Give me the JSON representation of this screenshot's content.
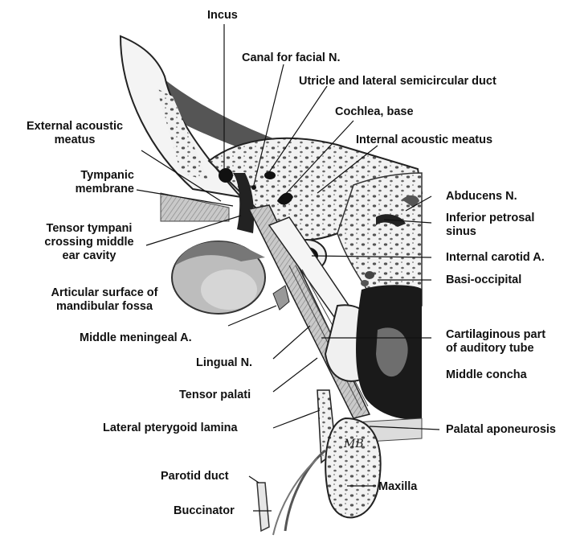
{
  "labels": {
    "incus": "Incus",
    "canal_facial": "Canal for facial N.",
    "utricle": "Utricle and lateral semicircular duct",
    "ext_acoustic_1": "External acoustic",
    "ext_acoustic_2": "meatus",
    "cochlea_base": "Cochlea, base",
    "int_acoustic": "Internal acoustic meatus",
    "tympanic_1": "Tympanic",
    "tympanic_2": "membrane",
    "abducens": "Abducens N.",
    "inf_petrosal_1": "Inferior petrosal",
    "inf_petrosal_2": "sinus",
    "tensor_tympani_1": "Tensor tympani",
    "tensor_tympani_2": "crossing middle",
    "tensor_tympani_3": "ear cavity",
    "int_carotid": "Internal carotid A.",
    "articular_1": "Articular surface of",
    "articular_2": "mandibular fossa",
    "basi_occipital": "Basi-occipital",
    "mid_meningeal": "Middle meningeal A.",
    "cartilaginous_1": "Cartilaginous part",
    "cartilaginous_2": "of auditory tube",
    "lingual": "Lingual N.",
    "middle_concha": "Middle concha",
    "tensor_palati": "Tensor palati",
    "lat_pterygoid": "Lateral pterygoid lamina",
    "palatal_apo": "Palatal aponeurosis",
    "parotid": "Parotid duct",
    "maxilla": "Maxilla",
    "buccinator": "Buccinator",
    "signature": "MB"
  }
}
